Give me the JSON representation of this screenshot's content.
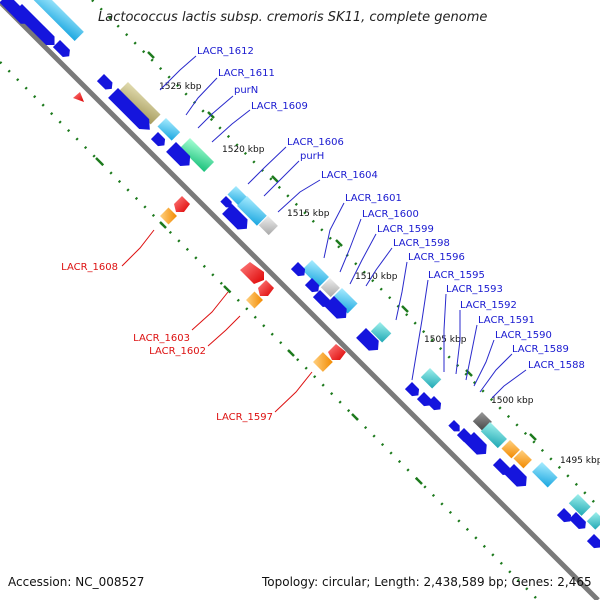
{
  "title": "Lactococcus lactis subsp. cremoris SK11, complete genome",
  "footer": {
    "accession": "Accession: NC_008527",
    "topology": "Topology: circular; Length: 2,438,589 bp; Genes: 2,465"
  },
  "colors": {
    "backbone": "#7a7a7a",
    "cds": "#1515dd",
    "label_blue": "#1a1ad0",
    "label_red": "#dd1111",
    "tick": "#1d7a1d"
  },
  "kbp_ticks": [
    "1525 kbp",
    "1520 kbp",
    "1515 kbp",
    "1510 kbp",
    "1505 kbp",
    "1500 kbp",
    "1495 kbp"
  ],
  "blue_labels": [
    "LACR_1612",
    "LACR_1611",
    "purN",
    "LACR_1609",
    "LACR_1606",
    "purH",
    "LACR_1604",
    "LACR_1601",
    "LACR_1600",
    "LACR_1599",
    "LACR_1598",
    "LACR_1596",
    "LACR_1595",
    "LACR_1593",
    "LACR_1592",
    "LACR_1591",
    "LACR_1590",
    "LACR_1589",
    "LACR_1588"
  ],
  "red_labels": [
    "LACR_1608",
    "LACR_1603",
    "LACR_1602",
    "LACR_1597"
  ]
}
